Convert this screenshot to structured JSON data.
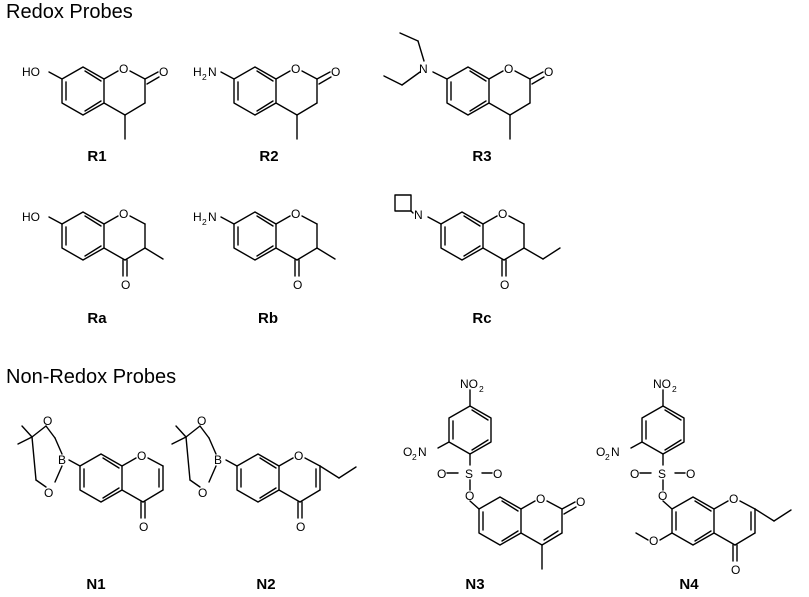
{
  "sections": {
    "redox_title": "Redox Probes",
    "non_redox_title": "Non-Redox Probes"
  },
  "labels": {
    "R1": "R1",
    "R2": "R2",
    "R3": "R3",
    "Ra": "Ra",
    "Rb": "Rb",
    "Rc": "Rc",
    "N1": "N1",
    "N2": "N2",
    "N3": "N3",
    "N4": "N4"
  },
  "atoms": {
    "O": "O",
    "HO": "HO",
    "H2N_H": "H",
    "H2N_sub": "2",
    "H2N_N": "N",
    "N": "N",
    "B": "B",
    "S": "S",
    "NO2_N": "NO",
    "NO2_sub": "2",
    "O2N_O": "O",
    "O2N_sub": "2",
    "O2N_N": "N"
  }
}
